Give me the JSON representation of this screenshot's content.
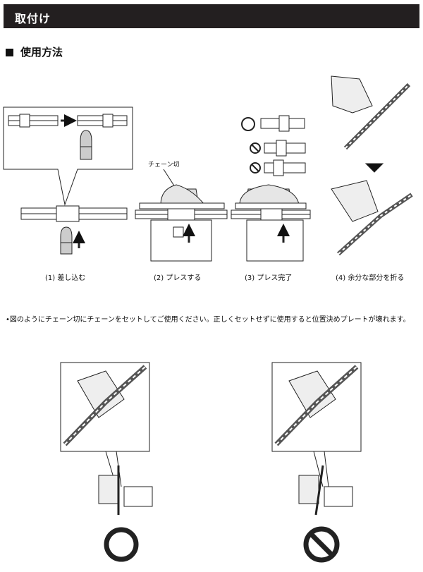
{
  "header": {
    "title": "取付け"
  },
  "section": {
    "title": "使用方法"
  },
  "steps": [
    {
      "caption": "(1) 差し込む"
    },
    {
      "caption": "(2) プレスする"
    },
    {
      "caption": "(3) プレス完了"
    },
    {
      "caption": "(4) 余分な部分を折る"
    }
  ],
  "diagram": {
    "tool_label": "チェーン切"
  },
  "note": {
    "text": "•図のようにチェーン切にチェーンをセットしてご使用ください。正しくセットせずに使用すると位置決めプレートが壊れます。"
  },
  "marks": {
    "correct": "correct-mark",
    "wrong": "prohibited-mark"
  }
}
